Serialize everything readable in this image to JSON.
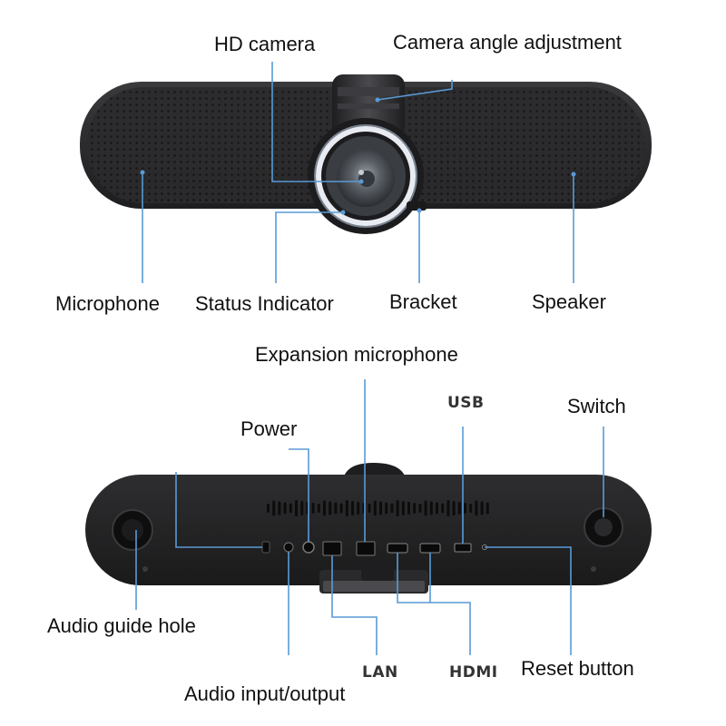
{
  "top_view": {
    "labels": {
      "hd_camera": "HD camera",
      "camera_angle": "Camera angle adjustment",
      "microphone": "Microphone",
      "status_indicator": "Status Indicator",
      "bracket": "Bracket",
      "speaker": "Speaker"
    }
  },
  "rear_view": {
    "labels": {
      "expansion_microphone": "Expansion microphone",
      "power": "Power",
      "usb": "USB",
      "switch": "Switch",
      "audio_guide_hole": "Audio guide hole",
      "lan": "LAN",
      "hdmi": "HDMI",
      "reset_button": "Reset button",
      "audio_io": "Audio input/output"
    }
  },
  "colors": {
    "leader_line": "#5a9ad6",
    "device_body": "#2a2a2c",
    "device_dark": "#151516",
    "status_ring": "#e8ecf2",
    "label_text": "#111111"
  }
}
